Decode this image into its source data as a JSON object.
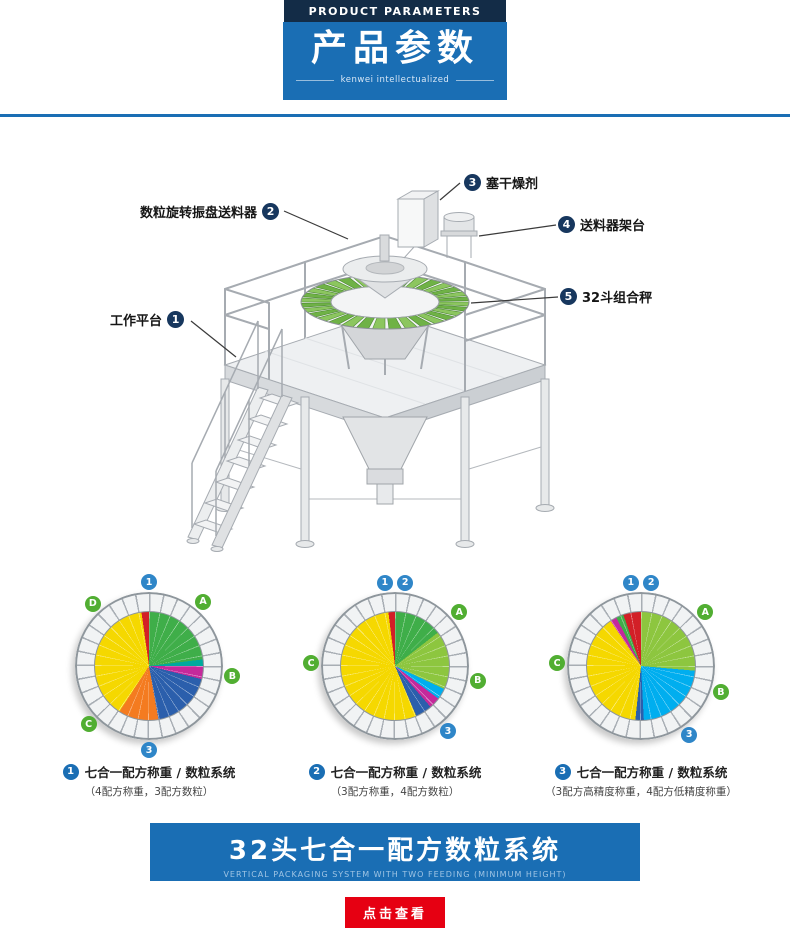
{
  "header": {
    "ribbon": "PRODUCT PARAMETERS",
    "title": "产品参数",
    "tagline": "kenwei intellectualized"
  },
  "machine": {
    "labels": [
      {
        "num": "1",
        "text": "工作平台"
      },
      {
        "num": "2",
        "text": "数粒旋转振盘送料器"
      },
      {
        "num": "3",
        "text": "塞干燥剂"
      },
      {
        "num": "4",
        "text": "送料器架台"
      },
      {
        "num": "5",
        "text": "32斗组合秤"
      }
    ]
  },
  "diagrams": [
    {
      "num": "1",
      "title": "七合一配方称重 / 数粒系统",
      "note": "（4配方称重，3配方数粒）",
      "badges": [
        {
          "a": 0,
          "t": "1"
        },
        {
          "a": 40,
          "t": "A"
        },
        {
          "a": 97,
          "t": "B"
        },
        {
          "a": 180,
          "t": "3"
        },
        {
          "a": 226,
          "t": "C"
        },
        {
          "a": 318,
          "t": "D"
        }
      ],
      "slices": [
        {
          "c": "#3fae49",
          "f": 0,
          "t": 83
        },
        {
          "c": "#00a99d",
          "f": 83,
          "t": 90
        },
        {
          "c": "#c5299b",
          "f": 90,
          "t": 104
        },
        {
          "c": "#2b5fac",
          "f": 104,
          "t": 170
        },
        {
          "c": "#f47b20",
          "f": 170,
          "t": 213
        },
        {
          "c": "#f5d800",
          "f": 213,
          "t": 352
        },
        {
          "c": "#d22027",
          "f": 352,
          "t": 360
        }
      ]
    },
    {
      "num": "2",
      "title": "七合一配方称重 / 数粒系统",
      "note": "（3配方称重，4配方数粒）",
      "badges": [
        {
          "a": 353,
          "t": "1"
        },
        {
          "a": 7,
          "t": "2"
        },
        {
          "a": 50,
          "t": "A"
        },
        {
          "a": 100,
          "t": "B"
        },
        {
          "a": 141,
          "t": "3"
        },
        {
          "a": 272,
          "t": "C"
        }
      ],
      "slices": [
        {
          "c": "#3fae49",
          "f": 0,
          "t": 52
        },
        {
          "c": "#8dc63f",
          "f": 52,
          "t": 115
        },
        {
          "c": "#00aeef",
          "f": 115,
          "t": 127
        },
        {
          "c": "#c5299b",
          "f": 127,
          "t": 139
        },
        {
          "c": "#2b5fac",
          "f": 139,
          "t": 157
        },
        {
          "c": "#f5d800",
          "f": 157,
          "t": 353
        },
        {
          "c": "#d22027",
          "f": 353,
          "t": 360
        }
      ]
    },
    {
      "num": "3",
      "title": "七合一配方称重 / 数粒系统",
      "note": "（3配方高精度称重，4配方低精度称重）",
      "badges": [
        {
          "a": 353,
          "t": "1"
        },
        {
          "a": 7,
          "t": "2"
        },
        {
          "a": 50,
          "t": "A"
        },
        {
          "a": 108,
          "t": "B"
        },
        {
          "a": 145,
          "t": "3"
        },
        {
          "a": 272,
          "t": "C"
        }
      ],
      "slices": [
        {
          "c": "#8dc63f",
          "f": 0,
          "t": 95
        },
        {
          "c": "#00aeef",
          "f": 95,
          "t": 177
        },
        {
          "c": "#2b5fac",
          "f": 177,
          "t": 186
        },
        {
          "c": "#f5d800",
          "f": 186,
          "t": 326
        },
        {
          "c": "#c5299b",
          "f": 326,
          "t": 333
        },
        {
          "c": "#3fae49",
          "f": 333,
          "t": 341
        },
        {
          "c": "#d22027",
          "f": 341,
          "t": 360
        }
      ]
    }
  ],
  "footer": {
    "title": "32头七合一配方数粒系统",
    "subtitle": "VERTICAL PACKAGING SYSTEM WITH TWO FEEDING (MINIMUM HEIGHT)",
    "button": "点击查看"
  },
  "colors": {
    "accent_blue": "#1a6eb4",
    "ribbon_navy": "#132c47",
    "badge_navy": "#17375e",
    "button_red": "#e60012",
    "machine_green": "#6fb246"
  }
}
